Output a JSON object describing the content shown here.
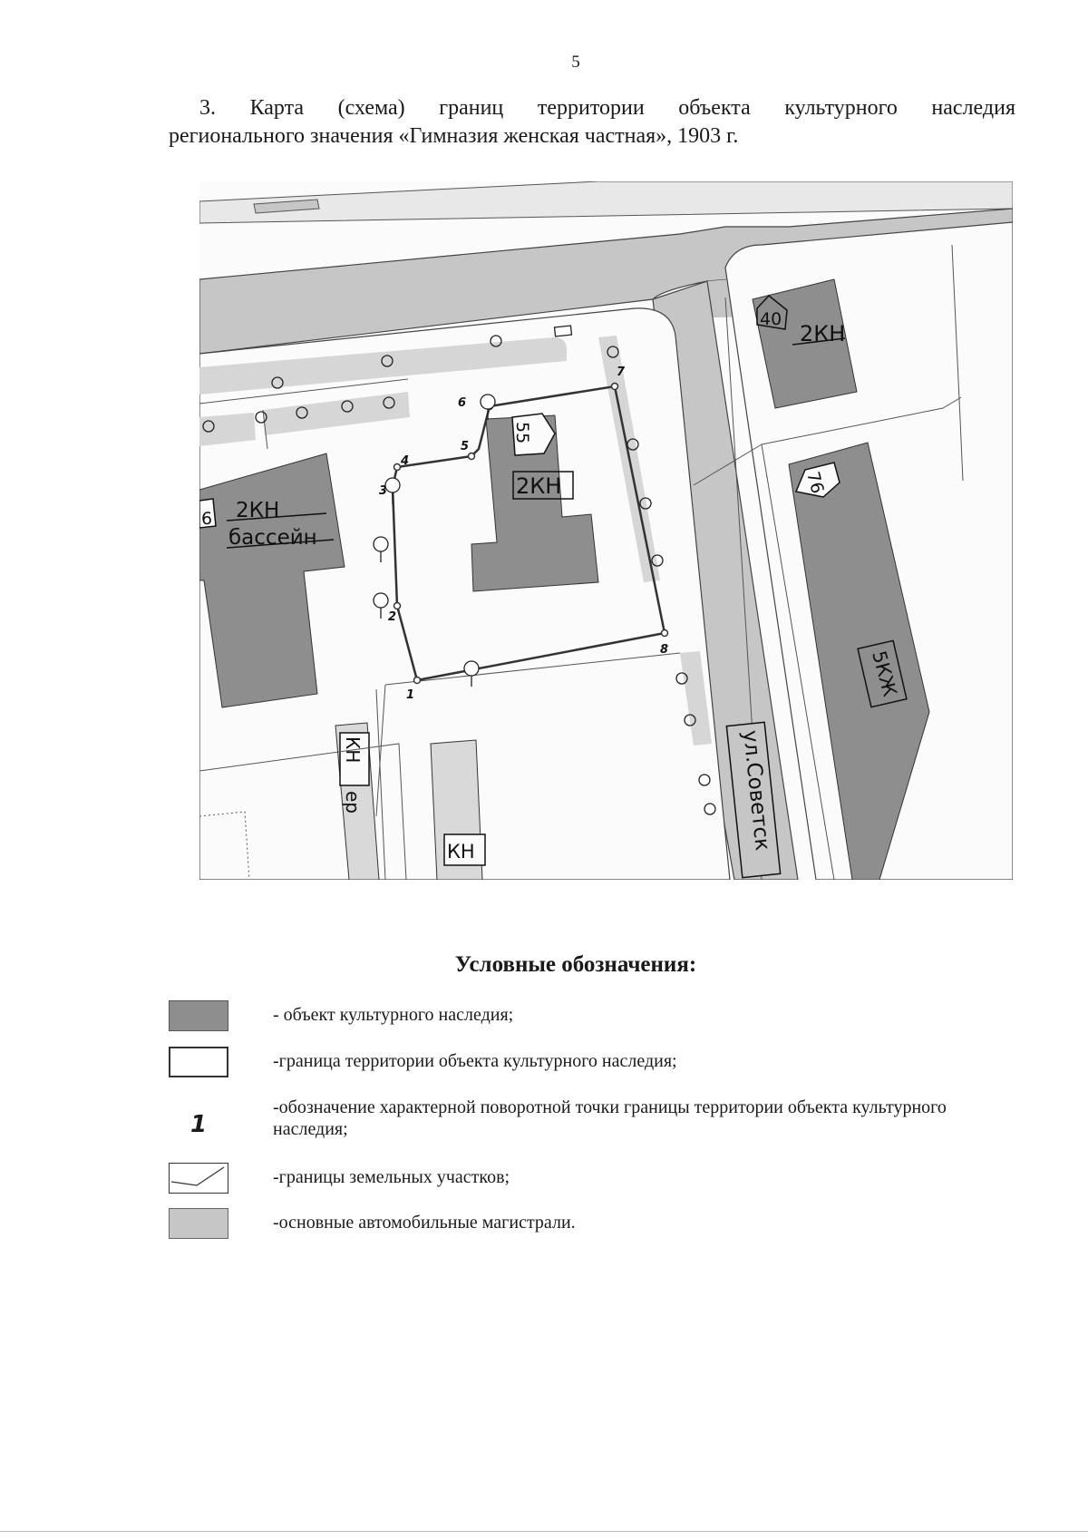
{
  "page": {
    "number": "5",
    "heading_line1": "3. Карта (схема) границ территории объекта культурного наследия",
    "heading_line2": "регионального значения «Гимназия женская частная», 1903 г."
  },
  "map": {
    "labels": {
      "bldg40_num": "40",
      "bldg40_code": "2КН",
      "bldg55_num": "55",
      "bldg55_code": "2КН",
      "bldg6_num": "6",
      "bldg6_code": "2КН",
      "bldg6_desc": "бассейн",
      "bldg76_num": "76",
      "bldg5_code": "5КЖ",
      "kn_small_1": "КН",
      "kn_small_2": "КН",
      "kn_small_2_suffix": "ер",
      "street": "ул.Советск"
    },
    "points": [
      "1",
      "2",
      "3",
      "4",
      "5",
      "6",
      "7",
      "8"
    ]
  },
  "legend": {
    "title": "Условные обозначения:",
    "items": [
      {
        "text": "- объект культурного наследия;"
      },
      {
        "text": "-граница территории объекта культурного наследия;"
      },
      {
        "symbol": "1",
        "text": "-обозначение характерной поворотной точки границы территории объекта культурного наследия;"
      },
      {
        "text": "-границы земельных участков;"
      },
      {
        "text": "-основные автомобильные магистрали."
      }
    ]
  },
  "colors": {
    "heritage_fill": "#8e8e8e",
    "road_fill": "#c6c6c6",
    "boundary_line": "#333333"
  }
}
